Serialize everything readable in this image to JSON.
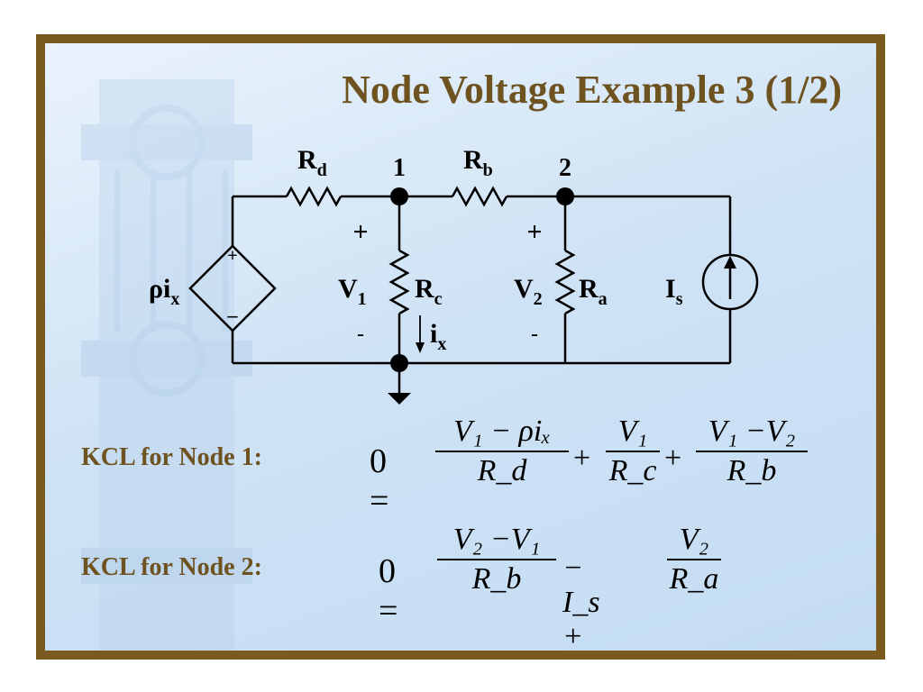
{
  "title": "Node Voltage Example 3 (1/2)",
  "circuit": {
    "node_labels": [
      "1",
      "2"
    ],
    "resistors": {
      "Rd": {
        "main": "R",
        "sub": "d"
      },
      "Rb": {
        "main": "R",
        "sub": "b"
      },
      "Rc": {
        "main": "R",
        "sub": "c"
      },
      "Ra": {
        "main": "R",
        "sub": "a"
      }
    },
    "voltages": {
      "V1": {
        "main": "V",
        "sub": "1"
      },
      "V2": {
        "main": "V",
        "sub": "2"
      },
      "plus": "+",
      "minus": "-"
    },
    "dependent_source": {
      "main": "ρi",
      "sub": "x",
      "plus": "+",
      "minus": "–"
    },
    "current": {
      "main": "i",
      "sub": "x"
    },
    "current_source": {
      "main": "I",
      "sub": "s"
    }
  },
  "equations": {
    "node1": {
      "label": "KCL for Node 1:",
      "lhs": "0 =",
      "t1_num": "V₁ − ρiₓ",
      "t1_den": "R_d",
      "t2_num": "V₁",
      "t2_den": "R_c",
      "t3_num": "V₁ −V₂",
      "t3_den": "R_b",
      "op": "+"
    },
    "node2": {
      "label": "KCL for Node 2:",
      "lhs": "0 =",
      "t1_num": "V₂ −V₁",
      "t1_den": "R_b",
      "mid": "− I_s +",
      "t2_num": "V₂",
      "t2_den": "R_a"
    }
  }
}
